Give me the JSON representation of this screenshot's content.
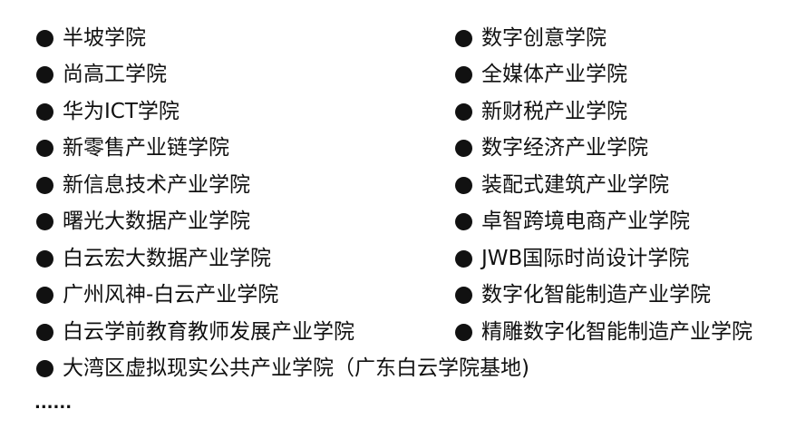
{
  "left_column": [
    {
      "label": "半坡学院"
    },
    {
      "label": "尚高工学院"
    },
    {
      "label": "华为ICT学院"
    },
    {
      "label": "新零售产业链学院"
    },
    {
      "label": "新信息技术产业学院"
    },
    {
      "label": "曙光大数据产业学院"
    },
    {
      "label": "白云宏大数据产业学院"
    },
    {
      "label": "广州风神-白云产业学院"
    },
    {
      "label": "白云学前教育教师发展产业学院"
    }
  ],
  "right_column": [
    {
      "label": "数字创意学院"
    },
    {
      "label": "全媒体产业学院"
    },
    {
      "label": "新财税产业学院"
    },
    {
      "label": "数字经济产业学院"
    },
    {
      "label": "装配式建筑产业学院"
    },
    {
      "label": "卓智跨境电商产业学院"
    },
    {
      "label": "JWB国际时尚设计学院"
    },
    {
      "label": "数字化智能制造产业学院"
    },
    {
      "label": "精雕数字化智能制造产业学院"
    }
  ],
  "full_width_item": {
    "label": "大湾区虚拟现实公共产业学院（广东白云学院基地)"
  },
  "ellipsis": "......"
}
